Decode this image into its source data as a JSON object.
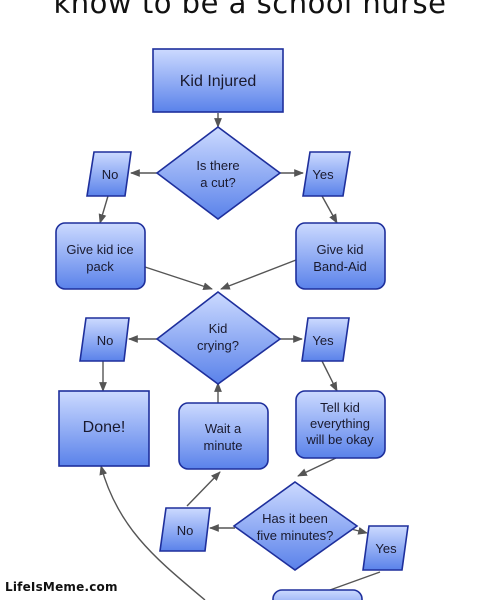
{
  "title": "know to be a school nurse",
  "watermark": "LifeIsMeme.com",
  "nodes": {
    "kid_injured": "Kid Injured",
    "is_there_a_cut": [
      "Is there",
      "a cut?"
    ],
    "cut_no": "No",
    "cut_yes": "Yes",
    "give_ice_pack": [
      "Give kid ice",
      "pack"
    ],
    "give_band_aid": [
      "Give kid",
      "Band-Aid"
    ],
    "kid_crying": [
      "Kid",
      "crying?"
    ],
    "crying_no": "No",
    "crying_yes": "Yes",
    "done": "Done!",
    "wait_a_minute": [
      "Wait a",
      "minute"
    ],
    "tell_kid_okay": [
      "Tell kid",
      "everything",
      "will be okay"
    ],
    "five_minutes": [
      "Has it been",
      "five minutes?"
    ],
    "five_no": "No",
    "five_yes": "Yes"
  },
  "colors": {
    "fill_top": "#c9d8ff",
    "fill_bottom": "#5b83ec",
    "stroke": "#1e2f9c",
    "arrow": "#555555"
  }
}
